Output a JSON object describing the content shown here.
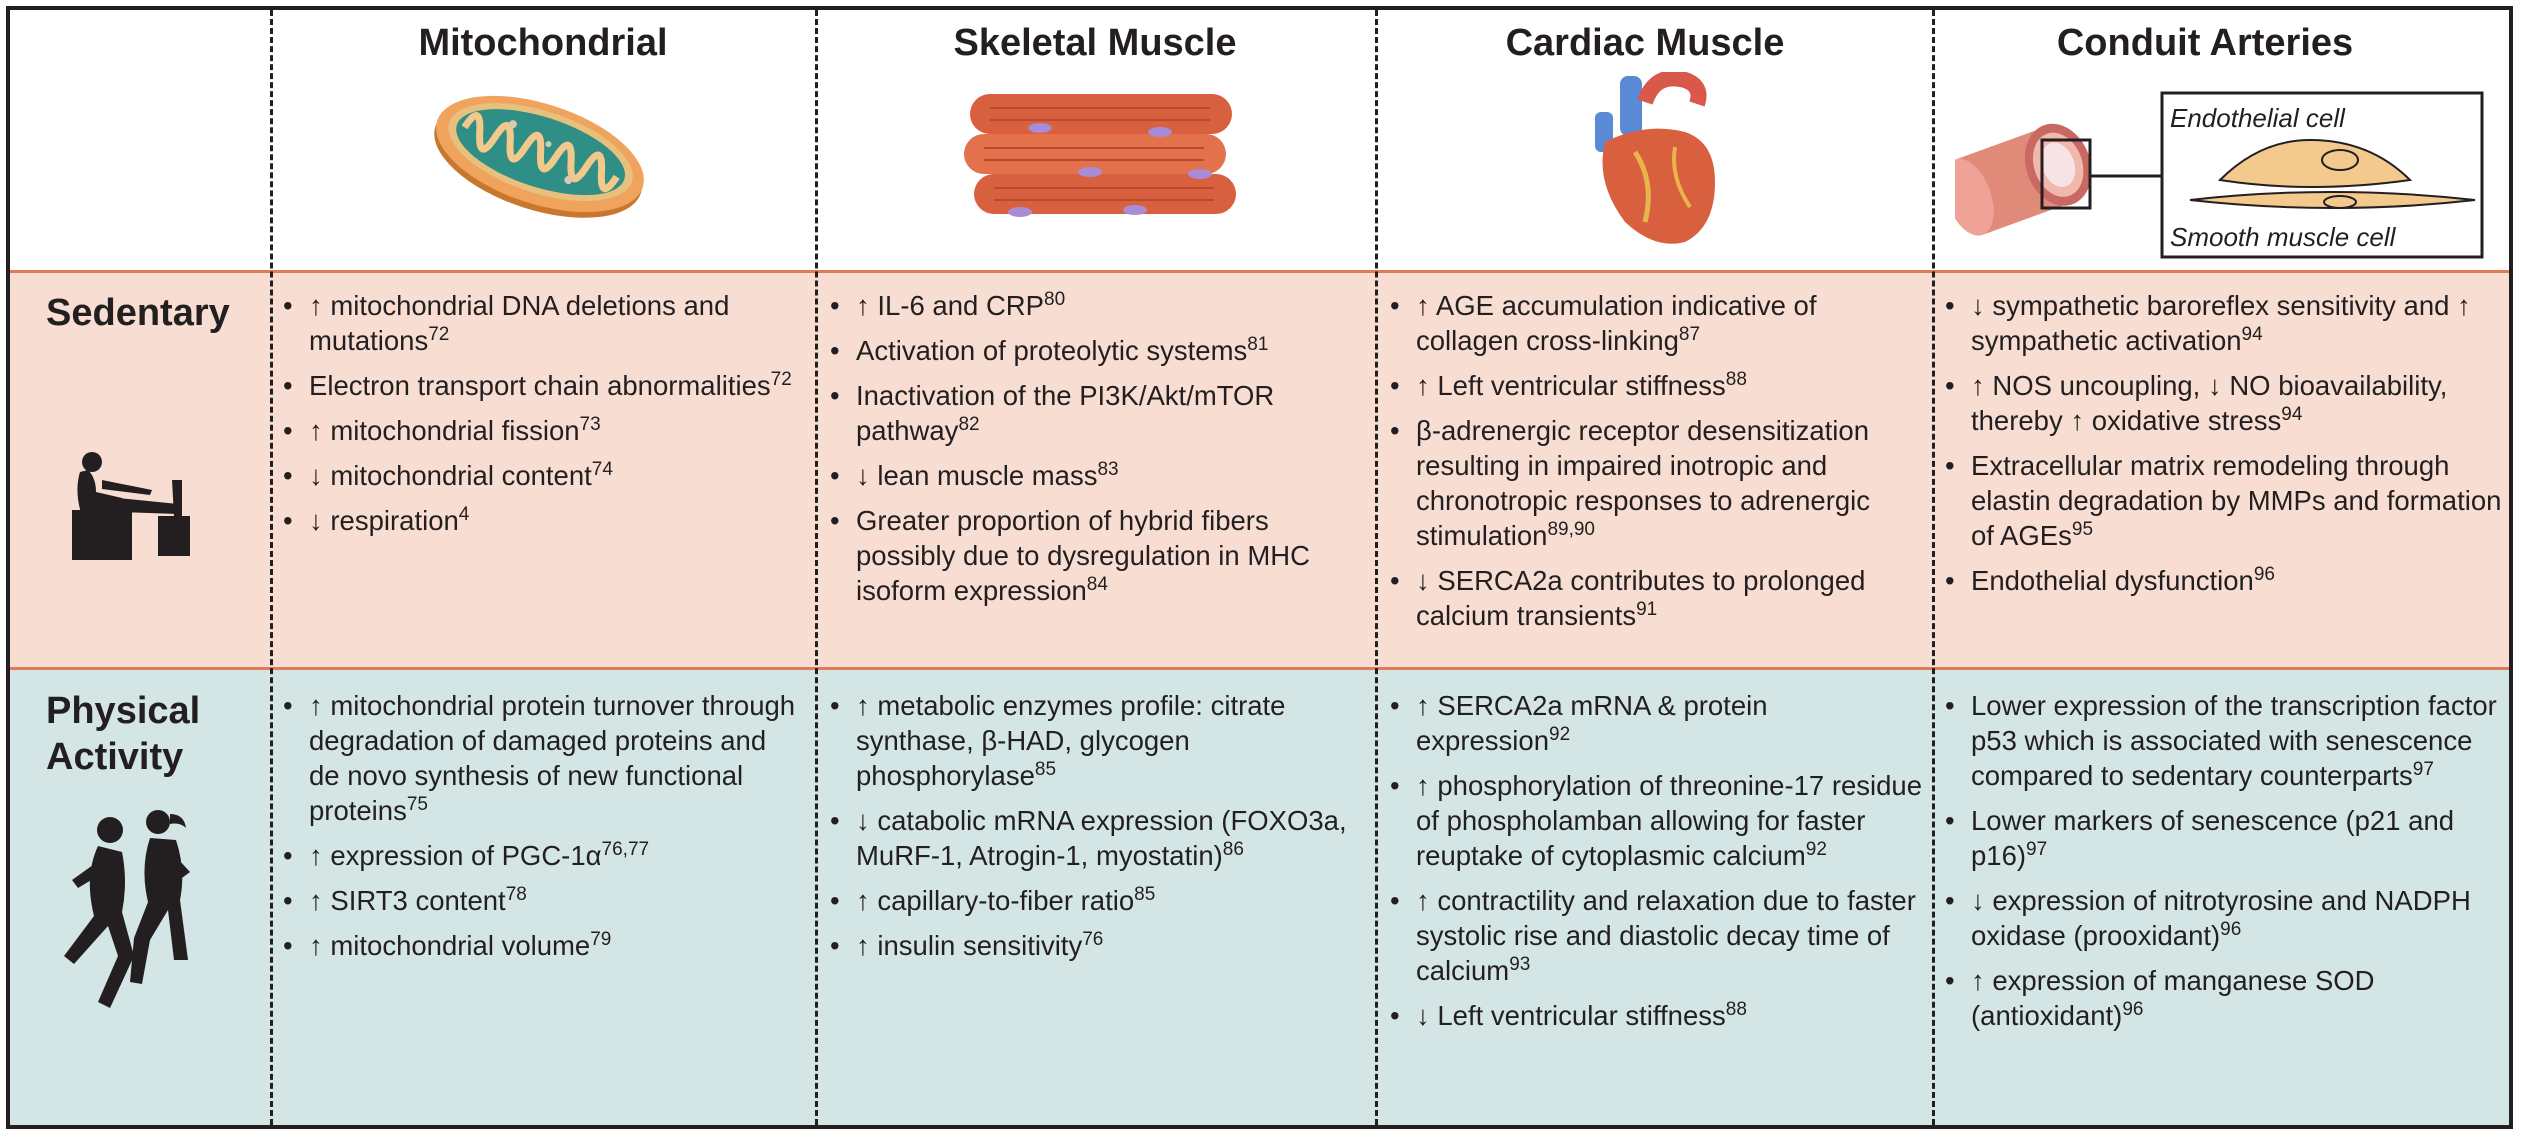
{
  "columns": [
    "Mitochondrial",
    "Skeletal Muscle",
    "Cardiac Muscle",
    "Conduit Arteries"
  ],
  "rows": [
    {
      "label_line1": "Sedentary",
      "label_line2": ""
    },
    {
      "label_line1": "Physical",
      "label_line2": "Activity"
    }
  ],
  "inset": {
    "top_label": "Endothelial cell",
    "bottom_label": "Smooth muscle cell"
  },
  "cells": {
    "sedentary": [
      [
        {
          "text": "↑ mitochondrial DNA deletions and mutations",
          "ref": "72"
        },
        {
          "text": "Electron transport chain abnormalities",
          "ref": "72"
        },
        {
          "text": "↑ mitochondrial fission",
          "ref": "73"
        },
        {
          "text": "↓ mitochondrial content",
          "ref": "74"
        },
        {
          "text": "↓ respiration",
          "ref": "4"
        }
      ],
      [
        {
          "text": "↑ IL-6 and CRP",
          "ref": "80"
        },
        {
          "text": "Activation of proteolytic systems",
          "ref": "81"
        },
        {
          "text": "Inactivation of the PI3K/Akt/mTOR pathway",
          "ref": "82"
        },
        {
          "text": "↓ lean muscle mass",
          "ref": "83"
        },
        {
          "text": "Greater proportion of hybrid fibers possibly due to dysregulation in MHC isoform expression",
          "ref": "84"
        }
      ],
      [
        {
          "text": "↑ AGE accumulation indicative of collagen cross-linking",
          "ref": "87"
        },
        {
          "text": "↑ Left ventricular stiffness",
          "ref": "88"
        },
        {
          "text": "β-adrenergic receptor desensitization resulting in impaired inotropic and chronotropic responses to adrenergic stimulation",
          "ref": "89,90"
        },
        {
          "text": "↓ SERCA2a contributes to prolonged calcium transients",
          "ref": "91"
        }
      ],
      [
        {
          "text": "↓ sympathetic baroreflex sensitivity and ↑ sympathetic activation",
          "ref": "94"
        },
        {
          "text": "↑ NOS uncoupling, ↓ NO bioavailability, thereby ↑ oxidative stress",
          "ref": "94"
        },
        {
          "text": "Extracellular matrix remodeling through elastin degradation by MMPs and formation of AGEs",
          "ref": "95"
        },
        {
          "text": "Endothelial dysfunction",
          "ref": "96"
        }
      ]
    ],
    "physical_activity": [
      [
        {
          "text": "↑ mitochondrial protein turnover through degradation of damaged proteins and de novo synthesis of new functional proteins",
          "ref": "75"
        },
        {
          "text": "↑ expression of PGC-1α",
          "ref": "76,77"
        },
        {
          "text": "↑ SIRT3 content",
          "ref": "78"
        },
        {
          "text": "↑ mitochondrial volume",
          "ref": "79"
        }
      ],
      [
        {
          "text": "↑ metabolic enzymes profile: citrate synthase, β-HAD, glycogen phosphorylase",
          "ref": "85"
        },
        {
          "text": "↓ catabolic mRNA expression (FOXO3a, MuRF-1, Atrogin-1, myostatin)",
          "ref": "86"
        },
        {
          "text": "↑ capillary-to-fiber ratio",
          "ref": "85"
        },
        {
          "text": "↑ insulin sensitivity",
          "ref": "76"
        }
      ],
      [
        {
          "text": "↑ SERCA2a mRNA & protein expression",
          "ref": "92"
        },
        {
          "text": "↑ phosphorylation of threonine-17 residue of phospholamban allowing for faster reuptake of cytoplasmic calcium",
          "ref": "92"
        },
        {
          "text": "↑ contractility and relaxation due to faster systolic rise and diastolic decay time of calcium",
          "ref": "93"
        },
        {
          "text": "↓ Left ventricular stiffness",
          "ref": "88"
        }
      ],
      [
        {
          "text": "Lower expression of the transcription factor p53 which is associated with senescence compared to sedentary counterparts",
          "ref": "97"
        },
        {
          "text": "Lower markers of senescence (p21 and p16)",
          "ref": "97"
        },
        {
          "text": "↓ expression of nitrotyrosine and NADPH oxidase (prooxidant)",
          "ref": "96"
        },
        {
          "text": "↑ expression of manganese SOD (antioxidant)",
          "ref": "96"
        }
      ]
    ]
  }
}
